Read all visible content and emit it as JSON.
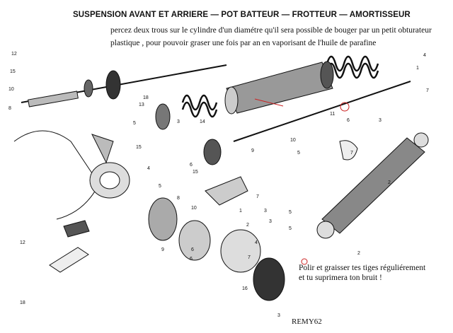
{
  "title": "SUSPENSION AVANT ET ARRIERE — POT BATTEUR — FROTTEUR — AMORTISSEUR",
  "note_top": {
    "line1": "percez deux trous sur le cylindre d'un diamétre qu'il sera possible de bouger par un petit obturateur",
    "line2": "plastique , pour pouvoir graser  une fois par an en vaporisant de l'huile de parafine"
  },
  "note_bottom": {
    "line1": "Polir et graisser tes tiges réguliérement",
    "line2": "et tu suprimera ton bruit !"
  },
  "signature": "REMY62",
  "part_labels": [
    "12",
    "15",
    "10",
    "8",
    "18",
    "13",
    "5",
    "3",
    "14",
    "4",
    "6",
    "7",
    "1",
    "11",
    "3",
    "9",
    "10",
    "5",
    "7",
    "15",
    "6",
    "15",
    "4",
    "5",
    "8",
    "10",
    "1",
    "2",
    "9",
    "6",
    "3",
    "5",
    "2",
    "12",
    "16",
    "3",
    "18",
    "2",
    "4",
    "7",
    "3",
    "5",
    "6",
    "7"
  ],
  "annotation_color": "#cc2222"
}
